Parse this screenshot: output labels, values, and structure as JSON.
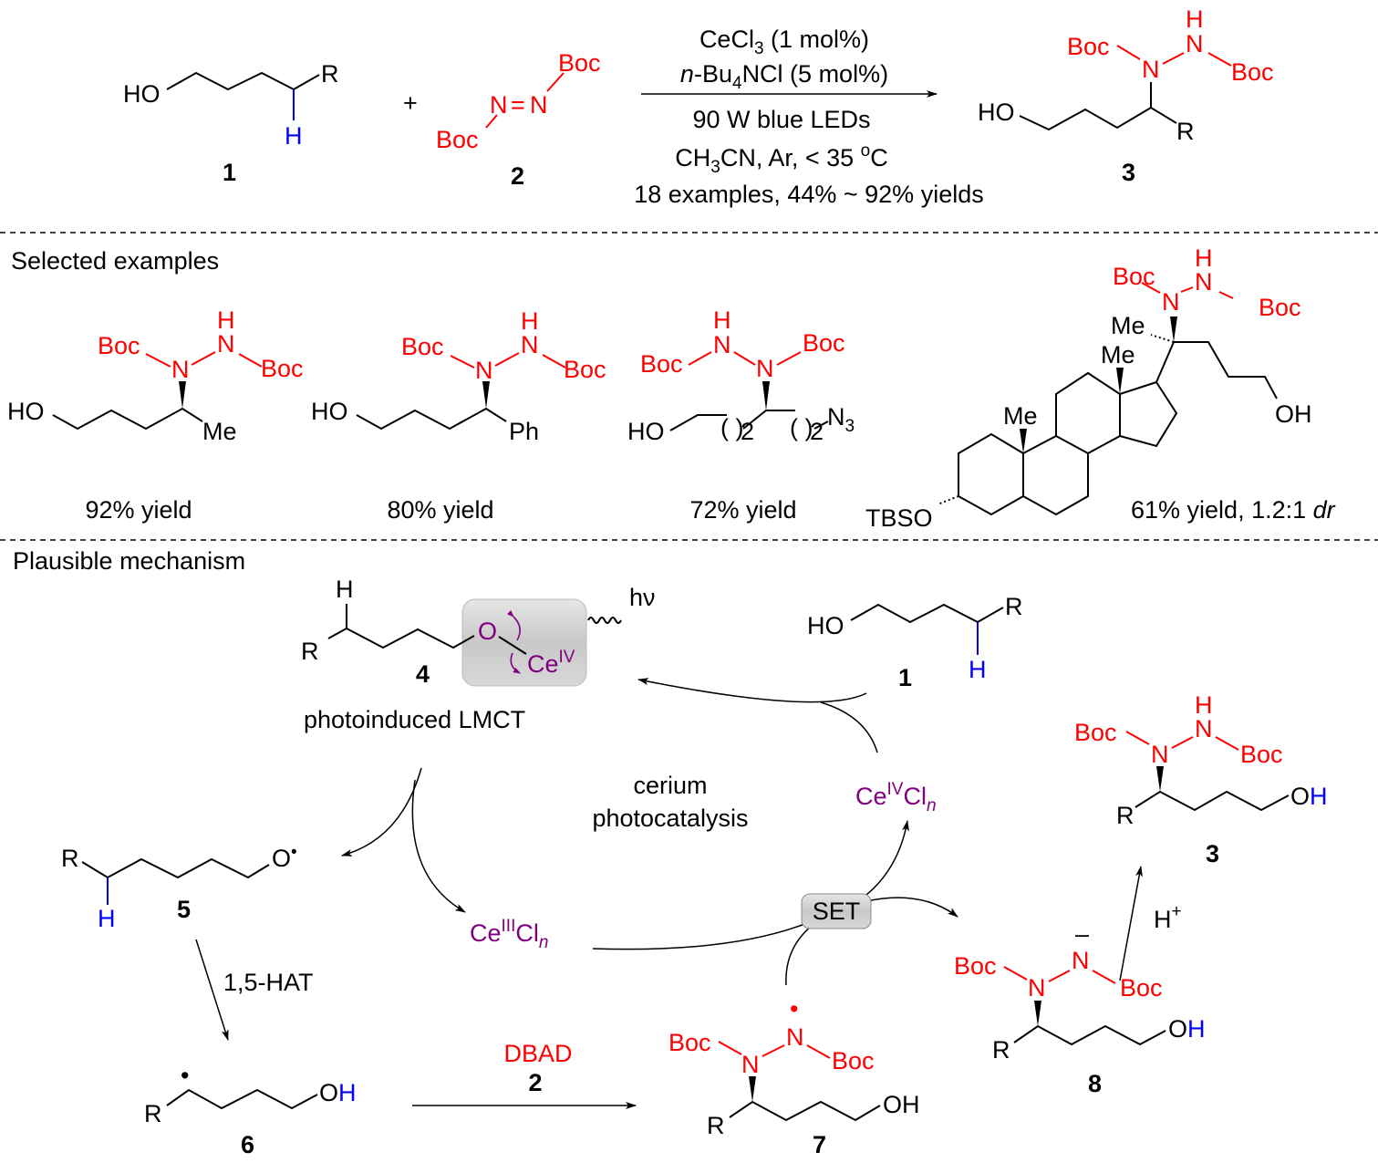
{
  "colors": {
    "heteroatom": "#ff0000",
    "hydrogen": "#0000ff",
    "cerium": "#800080"
  },
  "top_scheme": {
    "reactant1": {
      "ho": "HO",
      "r": "R",
      "h": "H",
      "label": "1"
    },
    "plus": "+",
    "reactant2": {
      "boc_top": "Boc",
      "boc_bottom": "Boc",
      "n1": "N",
      "eq": "=",
      "n2": "N",
      "label": "2"
    },
    "conditions": {
      "catalyst": "CeCl",
      "catalyst_sub": "3",
      "catalyst_amt": " (1 mol%)",
      "additive_prefix": "n",
      "additive": "-Bu",
      "additive_sub": "4",
      "additive_rest": "NCl (5 mol%)",
      "light": "90 W blue LEDs",
      "solvent": "CH",
      "solvent_sub": "3",
      "solvent_rest": "CN, Ar, < 35 ",
      "deg": "o",
      "celsius": "C",
      "scope": "18 examples, 44% ~ 92% yields"
    },
    "product3": {
      "ho": "HO",
      "r": "R",
      "boc1": "Boc",
      "n1": "N",
      "n2": "N",
      "h": "H",
      "boc2": "Boc",
      "label": "3"
    }
  },
  "selected_examples": {
    "heading": "Selected examples",
    "items": [
      {
        "ho": "HO",
        "sub": "Me",
        "boc1": "Boc",
        "n": "N",
        "nh": "N",
        "h": "H",
        "boc2": "Boc",
        "yield": "92% yield"
      },
      {
        "ho": "HO",
        "sub": "Ph",
        "boc1": "Boc",
        "n": "N",
        "nh": "N",
        "h": "H",
        "boc2": "Boc",
        "yield": "80% yield"
      },
      {
        "ho": "HO",
        "paren1": "( )",
        "n1": "2",
        "paren2": "( )",
        "n2": "2",
        "azide": "N",
        "azide_sub": "3",
        "boc1": "Boc",
        "nh": "N",
        "h": "H",
        "n": "N",
        "boc2": "Boc",
        "yield": "72% yield"
      },
      {
        "tbso": "TBSO",
        "me1": "Me",
        "me2": "Me",
        "me3": "Me",
        "oh": "OH",
        "boc1": "Boc",
        "n": "N",
        "nh": "N",
        "h": "H",
        "boc2": "Boc",
        "yield": "61% yield, 1.2:1 ",
        "dr": "dr"
      }
    ]
  },
  "mechanism": {
    "heading": "Plausible mechanism",
    "c4": {
      "h": "H",
      "r": "R",
      "o": "O",
      "ce": "Ce",
      "ce_ox": "IV",
      "hv": "hν",
      "label": "4",
      "caption": "photoinduced LMCT"
    },
    "c1": {
      "ho": "HO",
      "r": "R",
      "h": "H",
      "label": "1"
    },
    "cycle_label_1": "cerium",
    "cycle_label_2": "photocatalysis",
    "ce4": {
      "ce": "Ce",
      "ox": "IV",
      "cl": "Cl",
      "n": "n"
    },
    "ce3": {
      "ce": "Ce",
      "ox": "III",
      "cl": "Cl",
      "n": "n"
    },
    "c3": {
      "boc1": "Boc",
      "n1": "N",
      "n2": "N",
      "h": "H",
      "boc2": "Boc",
      "r": "R",
      "o": "O",
      "oh_h": "H",
      "label": "3"
    },
    "c5": {
      "r": "R",
      "h": "H",
      "o": "O",
      "dot": "•",
      "label": "5"
    },
    "hat": "1,5-HAT",
    "set": "SET",
    "hplus": "H",
    "hplus_sup": "+",
    "c6": {
      "r": "R",
      "dot": "•",
      "o": "O",
      "oh_h": "H",
      "label": "6"
    },
    "dbad": "DBAD",
    "dbad_num": "2",
    "c7": {
      "boc1": "Boc",
      "n1": "N",
      "n2": "N",
      "dot": "•",
      "boc2": "Boc",
      "r": "R",
      "oh": "OH",
      "label": "7"
    },
    "c8": {
      "boc1": "Boc",
      "n1": "N",
      "n2": "N",
      "minus": "–",
      "boc2": "Boc",
      "r": "R",
      "o": "O",
      "oh_h": "H",
      "label": "8"
    }
  }
}
